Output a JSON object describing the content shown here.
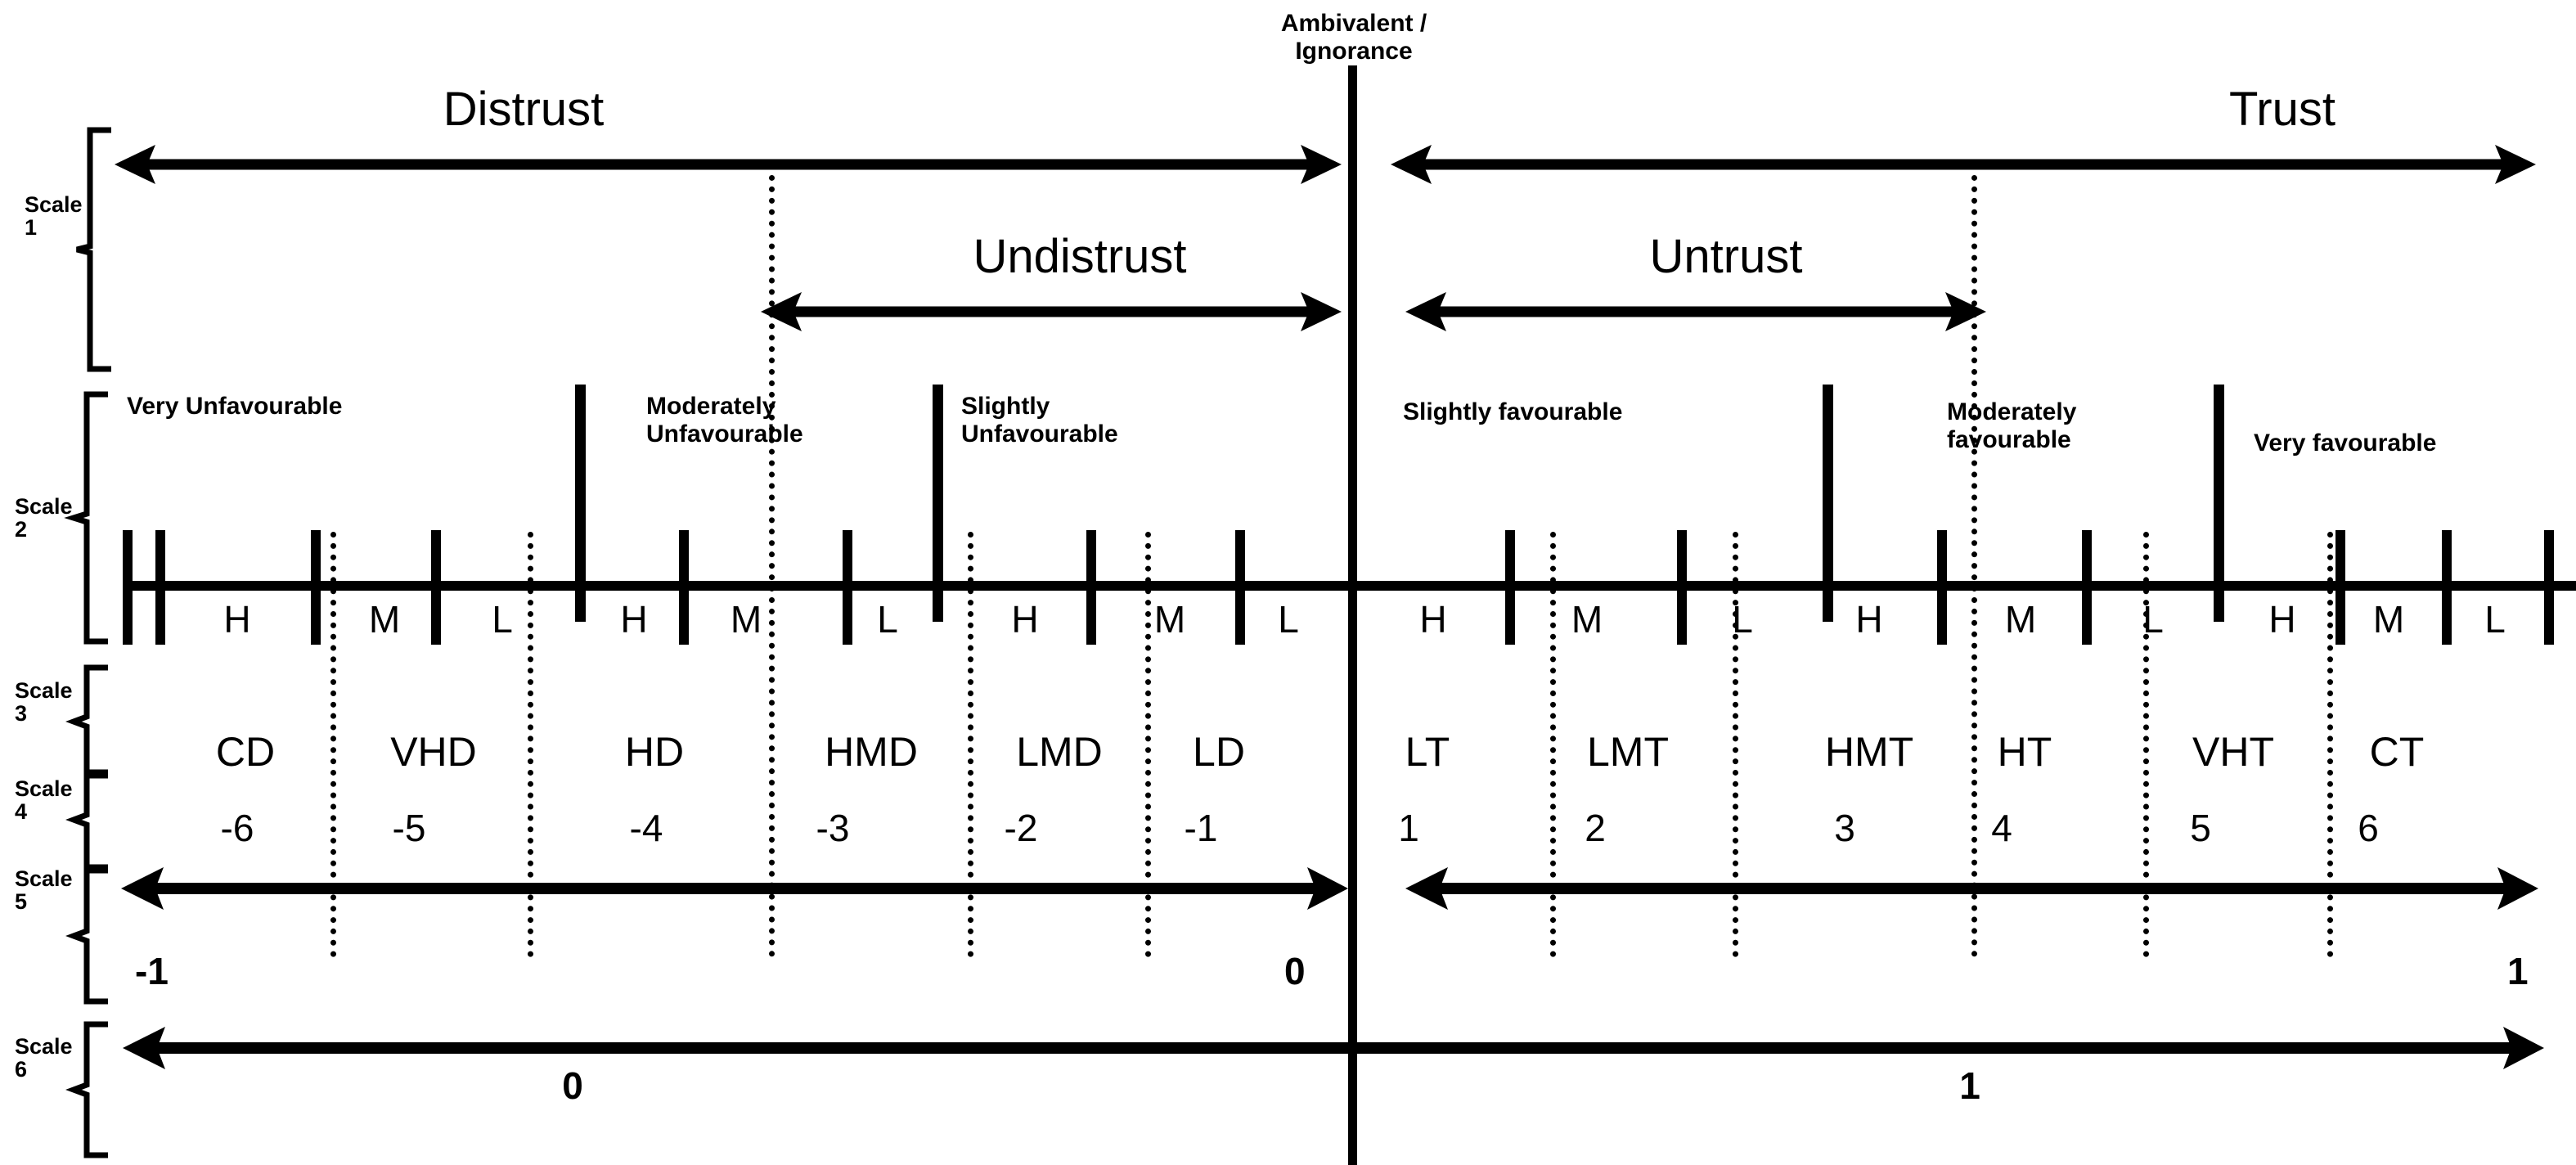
{
  "diagram": {
    "title_center": "Ambivalent /\nIgnorance",
    "center_label_line1": "Ambivalent /",
    "center_label_line2": "Ignorance"
  },
  "scale_brackets": [
    {
      "name": "Scale\n1",
      "line1": "Scale",
      "line2": "1"
    },
    {
      "name": "Scale\n2",
      "line1": "Scale",
      "line2": "2"
    },
    {
      "name": "Scale\n3",
      "line1": "Scale",
      "line2": "3"
    },
    {
      "name": "Scale\n4",
      "line1": "Scale",
      "line2": "4"
    },
    {
      "name": "Scale\n5",
      "line1": "Scale",
      "line2": "5"
    },
    {
      "name": "Scale\n6",
      "line1": "Scale",
      "line2": "6"
    }
  ],
  "scale1": {
    "distrust_label": "Distrust",
    "trust_label": "Trust",
    "undistrust_label": "Undistrust",
    "untrust_label": "Untrust"
  },
  "scale2": {
    "region_labels": [
      "Very Unfavourable",
      "Moderately\nUnfavourable",
      "Slightly\nUnfavourable",
      "Slightly favourable",
      "Moderately\nfavourable",
      "Very favourable"
    ],
    "very_unfavourable": "Very Unfavourable",
    "moderately_unfavourable_l1": "Moderately",
    "moderately_unfavourable_l2": "Unfavourable",
    "slightly_unfavourable_l1": "Slightly",
    "slightly_unfavourable_l2": "Unfavourable",
    "slightly_favourable": "Slightly favourable",
    "moderately_favourable_l1": "Moderately",
    "moderately_favourable_l2": "favourable",
    "very_favourable": "Very favourable",
    "hml_labels": [
      "H",
      "M",
      "L",
      "H",
      "M",
      "L",
      "H",
      "M",
      "L",
      "H",
      "M",
      "L",
      "H",
      "M",
      "L",
      "H",
      "M",
      "L"
    ]
  },
  "scale3": {
    "codes_left": [
      "CD",
      "VHD",
      "HD",
      "HMD",
      "LMD",
      "LD"
    ],
    "codes_right": [
      "LT",
      "LMT",
      "HMT",
      "HT",
      "VHT",
      "CT"
    ],
    "codes_all": [
      "CD",
      "VHD",
      "HD",
      "HMD",
      "LMD",
      "LD",
      "LT",
      "LMT",
      "HMT",
      "HT",
      "VHT",
      "CT"
    ]
  },
  "scale4": {
    "values_left": [
      "-6",
      "-5",
      "-4",
      "-3",
      "-2",
      "-1"
    ],
    "values_right": [
      "1",
      "2",
      "3",
      "4",
      "5",
      "6"
    ],
    "values_all": [
      "-6",
      "-5",
      "-4",
      "-3",
      "-2",
      "-1",
      "1",
      "2",
      "3",
      "4",
      "5",
      "6"
    ]
  },
  "scale5": {
    "left_min": "-1",
    "center": "0",
    "right_max": "1"
  },
  "scale6": {
    "left_value": "0",
    "right_value": "1"
  },
  "colors": {
    "ink": "#000000",
    "background": "#ffffff"
  },
  "chart_data": {
    "type": "diagram",
    "title": "Trust / Distrust multi-scale alignment diagram",
    "axis_center_x_value": 0,
    "scale1_segments": [
      {
        "label": "Distrust",
        "from": -1,
        "to": 0,
        "arrow": "double"
      },
      {
        "label": "Trust",
        "from": 0,
        "to": 1,
        "arrow": "double"
      },
      {
        "label": "Undistrust",
        "from": -0.55,
        "to": 0,
        "arrow": "double"
      },
      {
        "label": "Untrust",
        "from": 0,
        "to": 0.55,
        "arrow": "double"
      }
    ],
    "scale2_categories": [
      "Very Unfavourable",
      "Moderately Unfavourable",
      "Slightly Unfavourable",
      "Slightly favourable",
      "Moderately favourable",
      "Very favourable"
    ],
    "scale2_subdivisions": [
      "H",
      "M",
      "L"
    ],
    "scale3_codes": [
      "CD",
      "VHD",
      "HD",
      "HMD",
      "LMD",
      "LD",
      "LT",
      "LMT",
      "HMT",
      "HT",
      "VHT",
      "CT"
    ],
    "scale4_values": [
      -6,
      -5,
      -4,
      -3,
      -2,
      -1,
      1,
      2,
      3,
      4,
      5,
      6
    ],
    "scale5_range": [
      -1,
      0,
      1
    ],
    "scale6_range": [
      0,
      1
    ]
  }
}
